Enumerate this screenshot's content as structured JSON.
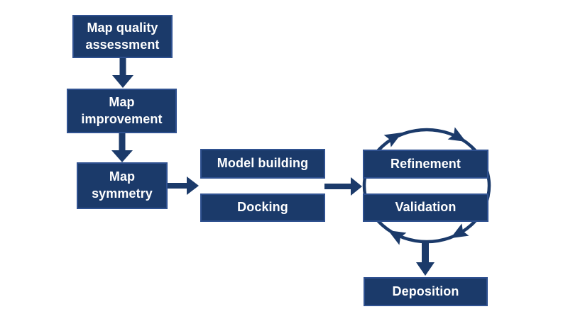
{
  "diagram": {
    "background_color": "#ffffff",
    "node_fill_color": "#1b3a6a",
    "node_border_color": "#2f5190",
    "connector_color": "#1b3a6a",
    "label_color": "#ffffff",
    "nodes": [
      {
        "id": "map-quality-assessment",
        "label": "Map quality assessment"
      },
      {
        "id": "map-improvement",
        "label": "Map improvement"
      },
      {
        "id": "map-symmetry",
        "label": "Map symmetry"
      },
      {
        "id": "model-building",
        "label": "Model building"
      },
      {
        "id": "docking",
        "label": "Docking"
      },
      {
        "id": "refinement",
        "label": "Refinement"
      },
      {
        "id": "validation",
        "label": "Validation"
      },
      {
        "id": "deposition",
        "label": "Deposition"
      }
    ],
    "edges": [
      {
        "from": "map-quality-assessment",
        "to": "map-improvement",
        "type": "arrow"
      },
      {
        "from": "map-improvement",
        "to": "map-symmetry",
        "type": "arrow"
      },
      {
        "from": "map-symmetry",
        "to": "model-building|docking",
        "type": "arrow"
      },
      {
        "from": "model-building|docking",
        "to": "refinement|validation",
        "type": "arrow"
      },
      {
        "from": "refinement|validation",
        "to": "deposition",
        "type": "arrow"
      },
      {
        "between": [
          "refinement",
          "validation"
        ],
        "type": "cycle",
        "direction": "clockwise",
        "arrowhead_count": 4
      }
    ]
  }
}
